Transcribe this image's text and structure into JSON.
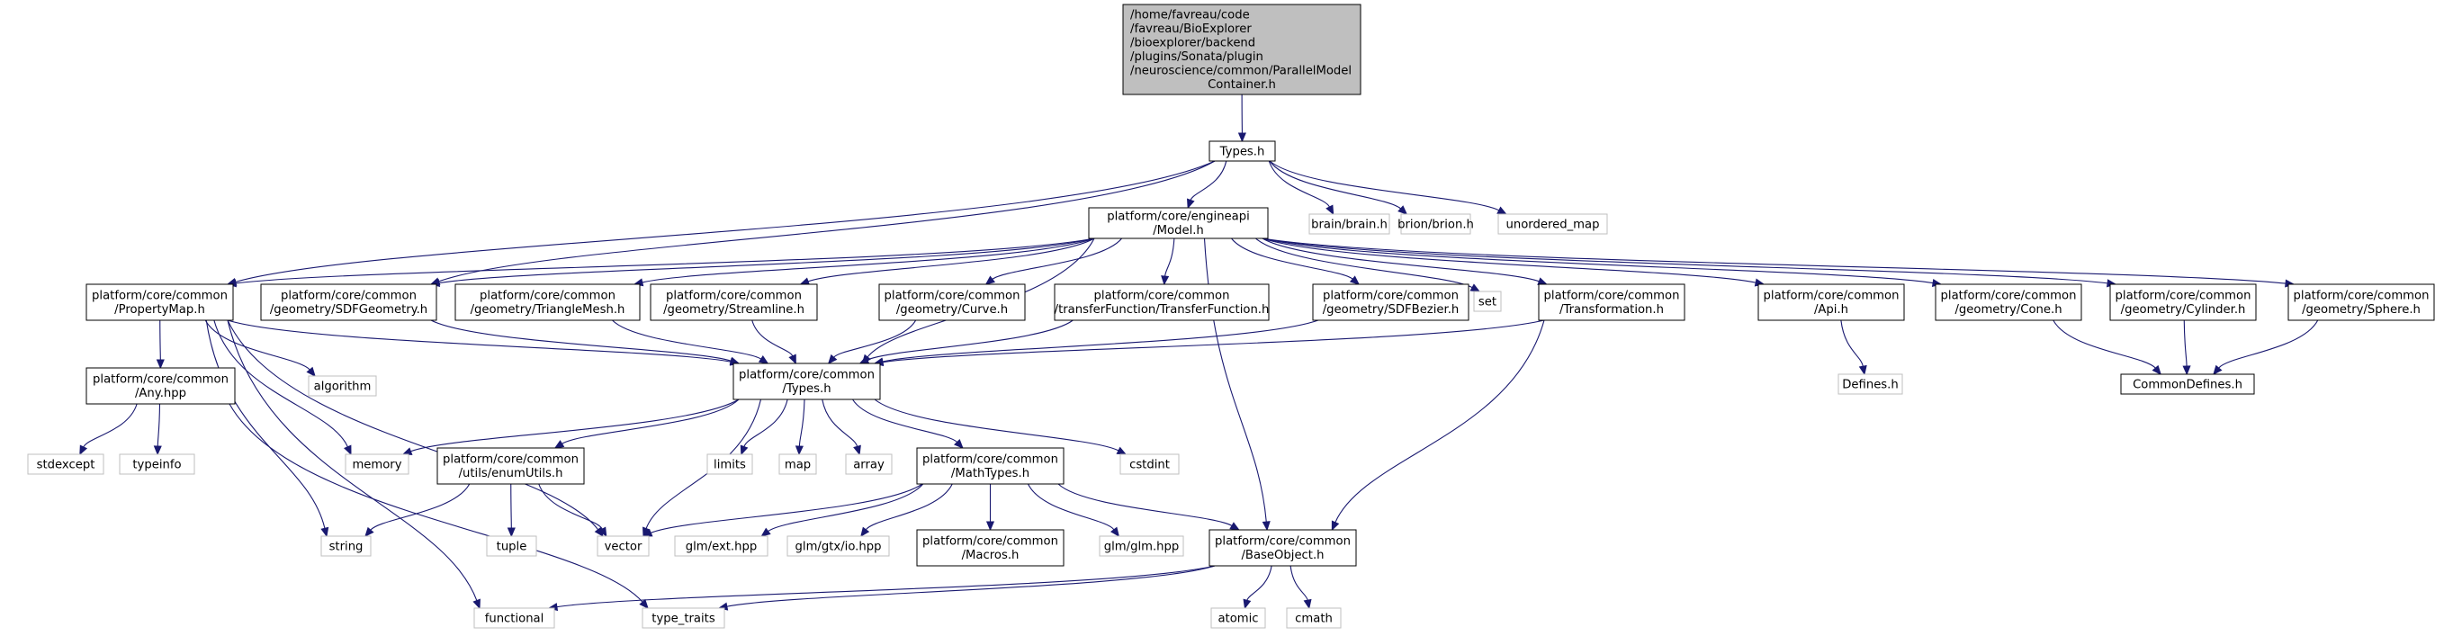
{
  "colors": {
    "edge": "#191970",
    "root_fill": "#bfbfbf",
    "documented_border": "#000000",
    "undocumented_border": "#bfbfbf",
    "node_fill": "#ffffff"
  },
  "nodes": [
    {
      "id": "root",
      "kind": "root",
      "lines": [
        "/home/favreau/code",
        "/favreau/BioExplorer",
        "/bioexplorer/backend",
        "/plugins/Sonata/plugin",
        "/neuroscience/common/ParallelModel",
        "Container.h"
      ]
    },
    {
      "id": "types_h",
      "kind": "doc",
      "lines": [
        "Types.h"
      ]
    },
    {
      "id": "model_h",
      "kind": "doc",
      "lines": [
        "platform/core/engineapi",
        "/Model.h"
      ]
    },
    {
      "id": "brain_h",
      "kind": "ext",
      "lines": [
        "brain/brain.h"
      ]
    },
    {
      "id": "brion_h",
      "kind": "ext",
      "lines": [
        "brion/brion.h"
      ]
    },
    {
      "id": "unordered_map",
      "kind": "ext",
      "lines": [
        "unordered_map"
      ]
    },
    {
      "id": "propertymap_h",
      "kind": "doc",
      "lines": [
        "platform/core/common",
        "/PropertyMap.h"
      ]
    },
    {
      "id": "sdfgeometry_h",
      "kind": "doc",
      "lines": [
        "platform/core/common",
        "/geometry/SDFGeometry.h"
      ]
    },
    {
      "id": "trianglemesh_h",
      "kind": "doc",
      "lines": [
        "platform/core/common",
        "/geometry/TriangleMesh.h"
      ]
    },
    {
      "id": "streamline_h",
      "kind": "doc",
      "lines": [
        "platform/core/common",
        "/geometry/Streamline.h"
      ]
    },
    {
      "id": "curve_h",
      "kind": "doc",
      "lines": [
        "platform/core/common",
        "/geometry/Curve.h"
      ]
    },
    {
      "id": "transferfunction_h",
      "kind": "doc",
      "lines": [
        "platform/core/common",
        "/transferFunction/TransferFunction.h"
      ]
    },
    {
      "id": "sdfbezier_h",
      "kind": "doc",
      "lines": [
        "platform/core/common",
        "/geometry/SDFBezier.h"
      ]
    },
    {
      "id": "set",
      "kind": "ext",
      "lines": [
        "set"
      ]
    },
    {
      "id": "transformation_h",
      "kind": "doc",
      "lines": [
        "platform/core/common",
        "/Transformation.h"
      ]
    },
    {
      "id": "api_h",
      "kind": "doc",
      "lines": [
        "platform/core/common",
        "/Api.h"
      ]
    },
    {
      "id": "cone_h",
      "kind": "doc",
      "lines": [
        "platform/core/common",
        "/geometry/Cone.h"
      ]
    },
    {
      "id": "cylinder_h",
      "kind": "doc",
      "lines": [
        "platform/core/common",
        "/geometry/Cylinder.h"
      ]
    },
    {
      "id": "sphere_h",
      "kind": "doc",
      "lines": [
        "platform/core/common",
        "/geometry/Sphere.h"
      ]
    },
    {
      "id": "common_types_h",
      "kind": "doc",
      "lines": [
        "platform/core/common",
        "/Types.h"
      ]
    },
    {
      "id": "any_hpp",
      "kind": "doc",
      "lines": [
        "platform/core/common",
        "/Any.hpp"
      ]
    },
    {
      "id": "algorithm",
      "kind": "ext",
      "lines": [
        "algorithm"
      ]
    },
    {
      "id": "defines_h",
      "kind": "ext",
      "lines": [
        "Defines.h"
      ]
    },
    {
      "id": "commondefines_h",
      "kind": "doc",
      "lines": [
        "CommonDefines.h"
      ]
    },
    {
      "id": "stdexcept",
      "kind": "ext",
      "lines": [
        "stdexcept"
      ]
    },
    {
      "id": "typeinfo",
      "kind": "ext",
      "lines": [
        "typeinfo"
      ]
    },
    {
      "id": "memory",
      "kind": "ext",
      "lines": [
        "memory"
      ]
    },
    {
      "id": "enumutils_h",
      "kind": "doc",
      "lines": [
        "platform/core/common",
        "/utils/enumUtils.h"
      ]
    },
    {
      "id": "limits",
      "kind": "ext",
      "lines": [
        "limits"
      ]
    },
    {
      "id": "map",
      "kind": "ext",
      "lines": [
        "map"
      ]
    },
    {
      "id": "array",
      "kind": "ext",
      "lines": [
        "array"
      ]
    },
    {
      "id": "mathtypes_h",
      "kind": "doc",
      "lines": [
        "platform/core/common",
        "/MathTypes.h"
      ]
    },
    {
      "id": "cstdint",
      "kind": "ext",
      "lines": [
        "cstdint"
      ]
    },
    {
      "id": "string",
      "kind": "ext",
      "lines": [
        "string"
      ]
    },
    {
      "id": "tuple",
      "kind": "ext",
      "lines": [
        "tuple"
      ]
    },
    {
      "id": "vector",
      "kind": "ext",
      "lines": [
        "vector"
      ]
    },
    {
      "id": "glm_ext",
      "kind": "ext",
      "lines": [
        "glm/ext.hpp"
      ]
    },
    {
      "id": "glm_gtx_io",
      "kind": "ext",
      "lines": [
        "glm/gtx/io.hpp"
      ]
    },
    {
      "id": "macros_h",
      "kind": "doc",
      "lines": [
        "platform/core/common",
        "/Macros.h"
      ]
    },
    {
      "id": "glm_glm",
      "kind": "ext",
      "lines": [
        "glm/glm.hpp"
      ]
    },
    {
      "id": "baseobject_h",
      "kind": "doc",
      "lines": [
        "platform/core/common",
        "/BaseObject.h"
      ]
    },
    {
      "id": "functional",
      "kind": "ext",
      "lines": [
        "functional"
      ]
    },
    {
      "id": "type_traits",
      "kind": "ext",
      "lines": [
        "type_traits"
      ]
    },
    {
      "id": "atomic",
      "kind": "ext",
      "lines": [
        "atomic"
      ]
    },
    {
      "id": "cmath",
      "kind": "ext",
      "lines": [
        "cmath"
      ]
    }
  ],
  "edges": [
    [
      "root",
      "types_h"
    ],
    [
      "types_h",
      "model_h"
    ],
    [
      "types_h",
      "brain_h"
    ],
    [
      "types_h",
      "brion_h"
    ],
    [
      "types_h",
      "unordered_map"
    ],
    [
      "types_h",
      "propertymap_h"
    ],
    [
      "types_h",
      "sdfgeometry_h"
    ],
    [
      "model_h",
      "propertymap_h"
    ],
    [
      "model_h",
      "sdfgeometry_h"
    ],
    [
      "model_h",
      "trianglemesh_h"
    ],
    [
      "model_h",
      "streamline_h"
    ],
    [
      "model_h",
      "curve_h"
    ],
    [
      "model_h",
      "transferfunction_h"
    ],
    [
      "model_h",
      "sdfbezier_h"
    ],
    [
      "model_h",
      "set"
    ],
    [
      "model_h",
      "transformation_h"
    ],
    [
      "model_h",
      "api_h"
    ],
    [
      "model_h",
      "cone_h"
    ],
    [
      "model_h",
      "cylinder_h"
    ],
    [
      "model_h",
      "sphere_h"
    ],
    [
      "model_h",
      "common_types_h"
    ],
    [
      "model_h",
      "baseobject_h"
    ],
    [
      "propertymap_h",
      "common_types_h"
    ],
    [
      "propertymap_h",
      "any_hpp"
    ],
    [
      "propertymap_h",
      "algorithm"
    ],
    [
      "propertymap_h",
      "memory"
    ],
    [
      "propertymap_h",
      "string"
    ],
    [
      "propertymap_h",
      "vector"
    ],
    [
      "propertymap_h",
      "functional"
    ],
    [
      "sdfgeometry_h",
      "common_types_h"
    ],
    [
      "trianglemesh_h",
      "common_types_h"
    ],
    [
      "streamline_h",
      "common_types_h"
    ],
    [
      "curve_h",
      "common_types_h"
    ],
    [
      "transferfunction_h",
      "common_types_h"
    ],
    [
      "sdfbezier_h",
      "common_types_h"
    ],
    [
      "transformation_h",
      "common_types_h"
    ],
    [
      "transformation_h",
      "baseobject_h"
    ],
    [
      "api_h",
      "defines_h"
    ],
    [
      "cone_h",
      "commondefines_h"
    ],
    [
      "cylinder_h",
      "commondefines_h"
    ],
    [
      "sphere_h",
      "commondefines_h"
    ],
    [
      "any_hpp",
      "stdexcept"
    ],
    [
      "any_hpp",
      "typeinfo"
    ],
    [
      "any_hpp",
      "type_traits"
    ],
    [
      "common_types_h",
      "memory"
    ],
    [
      "common_types_h",
      "enumutils_h"
    ],
    [
      "common_types_h",
      "limits"
    ],
    [
      "common_types_h",
      "map"
    ],
    [
      "common_types_h",
      "array"
    ],
    [
      "common_types_h",
      "mathtypes_h"
    ],
    [
      "common_types_h",
      "cstdint"
    ],
    [
      "common_types_h",
      "vector"
    ],
    [
      "enumutils_h",
      "string"
    ],
    [
      "enumutils_h",
      "tuple"
    ],
    [
      "enumutils_h",
      "vector"
    ],
    [
      "mathtypes_h",
      "vector"
    ],
    [
      "mathtypes_h",
      "glm_ext"
    ],
    [
      "mathtypes_h",
      "glm_gtx_io"
    ],
    [
      "mathtypes_h",
      "macros_h"
    ],
    [
      "mathtypes_h",
      "glm_glm"
    ],
    [
      "mathtypes_h",
      "baseobject_h"
    ],
    [
      "baseobject_h",
      "functional"
    ],
    [
      "baseobject_h",
      "type_traits"
    ],
    [
      "baseobject_h",
      "atomic"
    ],
    [
      "baseobject_h",
      "cmath"
    ]
  ]
}
